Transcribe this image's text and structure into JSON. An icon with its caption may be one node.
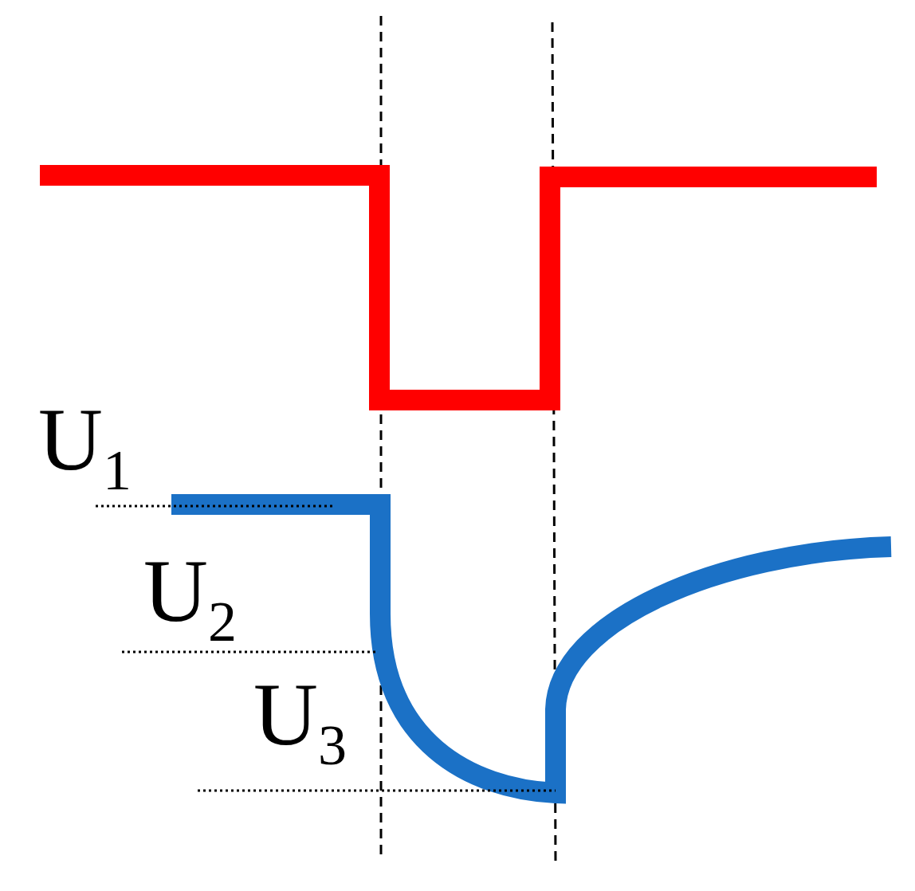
{
  "diagram": {
    "labels": [
      "U$_{1}$",
      "U$_{2}$",
      "U$_{3}$"
    ]
  }
}
